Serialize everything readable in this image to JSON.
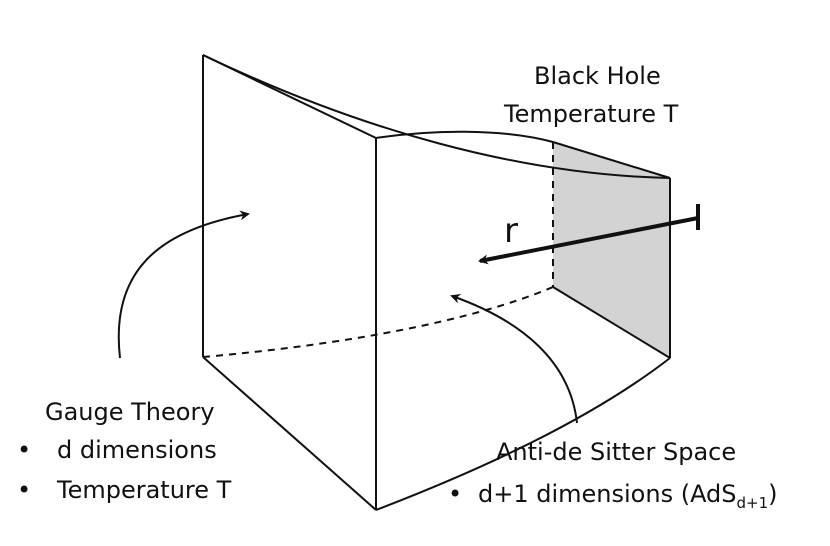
{
  "black_hole": {
    "line1": "Black Hole",
    "line2": "Temperature T"
  },
  "radial": {
    "label": "r"
  },
  "gauge_theory": {
    "title": "Gauge Theory",
    "bullet": "•",
    "items": [
      "d dimensions",
      "Temperature T"
    ]
  },
  "ads": {
    "title": "Anti-de Sitter Space",
    "bullet": "•",
    "item_prefix": "d+1 dimensions  (AdS",
    "item_sub": "d+1",
    "item_suffix": ")"
  },
  "colors": {
    "stroke": "#111111",
    "horizon_fill": "#d3d3d3"
  }
}
